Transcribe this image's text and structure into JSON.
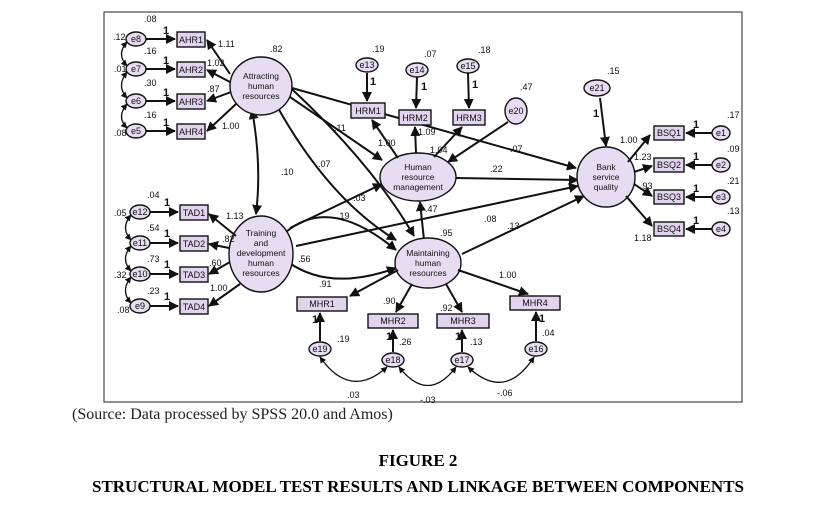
{
  "figure": {
    "source_note": "(Source: Data processed by SPSS 20.0 and Amos)",
    "number": "FIGURE 2",
    "title": "STRUCTURAL MODEL TEST RESULTS AND LINKAGE BETWEEN COMPONENTS"
  },
  "latents": {
    "ahr": [
      "Attracting",
      "human",
      "resources"
    ],
    "tad": [
      "Training",
      "and",
      "development",
      "human",
      "resources"
    ],
    "hrm": [
      "Human",
      "resource",
      "management"
    ],
    "mhr": [
      "Maintaining",
      "human",
      "resources"
    ],
    "bsq": [
      "Bank",
      "service",
      "quality"
    ]
  },
  "indicators": {
    "ahr": [
      "AHR1",
      "AHR2",
      "AHR3",
      "AHR4"
    ],
    "tad": [
      "TAD1",
      "TAD2",
      "TAD3",
      "TAD4"
    ],
    "hrm": [
      "HRM1",
      "HRM2",
      "HRM3"
    ],
    "mhr": [
      "MHR1",
      "MHR2",
      "MHR3",
      "MHR4"
    ],
    "bsq": [
      "BSQ1",
      "BSQ2",
      "BSQ3",
      "BSQ4"
    ]
  },
  "errors": {
    "ahr": [
      "e8",
      "e7",
      "e6",
      "e5"
    ],
    "tad": [
      "e12",
      "e11",
      "e10",
      "e9"
    ],
    "hrm": [
      "e13",
      "e14",
      "e15"
    ],
    "mhr": [
      "e19",
      "e18",
      "e17",
      "e16"
    ],
    "bsq": [
      "e1",
      "e2",
      "e3",
      "e4"
    ],
    "hrm_latent": "e20",
    "bsq_latent": "e21"
  },
  "estimates": {
    "ahr_variance": ".82",
    "ahr_loadings": [
      "1.11",
      "1.02",
      ".87",
      "1.00"
    ],
    "ahr_err_vars": [
      ".08",
      ".16",
      ".30",
      ".16"
    ],
    "ahr_err_covs": [
      ".12",
      ".01",
      ".08"
    ],
    "tad_loadings": [
      "1.13",
      ".82",
      ".60",
      "1.00"
    ],
    "tad_err_vars": [
      ".04",
      ".54",
      ".73",
      ".23"
    ],
    "tad_err_covs": [
      ".05",
      ".32",
      ".08"
    ],
    "hrm_err_vars": [
      ".19",
      ".07",
      ".18"
    ],
    "hrm_loadings": [
      "1.00",
      "1.09",
      "1.04"
    ],
    "hrm_disturbance": ".47",
    "mhr_loadings": [
      ".91",
      ".90",
      ".92",
      "1.00"
    ],
    "mhr_err_vars": [
      ".19",
      ".26",
      ".13",
      ".04"
    ],
    "mhr_err_covs": [
      ".03",
      "-.03",
      "-.06"
    ],
    "bsq_loadings": [
      "1.00",
      "1.23",
      ".93",
      "1.18"
    ],
    "bsq_err_vars": [
      ".17",
      ".09",
      ".21",
      ".13"
    ],
    "bsq_disturbance": ".15",
    "ahr_to_hrm": ".11",
    "ahr_to_bsq": ".07",
    "ahr_to_mhr": ".07",
    "ahr_tad_cov": ".10",
    "tad_to_hrm": ".19",
    "tad_to_mhr": ".03",
    "tad_to_bsq": ".08",
    "tad_to_mhr_low": ".56",
    "tad_mhr_cov": ".95",
    "hrm_to_bsq": ".22",
    "mhr_to_hrm": ".47",
    "mhr_to_bsq": ".13",
    "one": "1"
  }
}
